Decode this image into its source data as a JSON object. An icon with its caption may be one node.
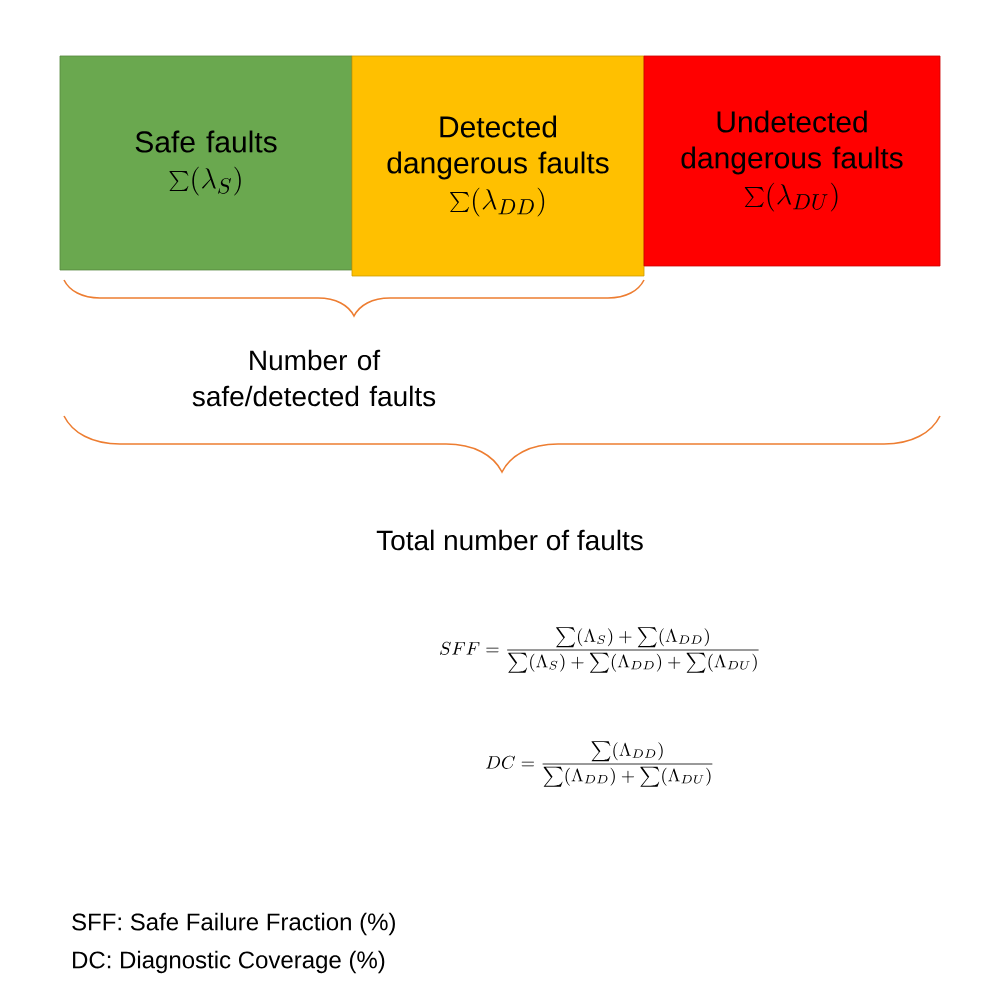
{
  "diagram": {
    "nodes": [
      {
        "text": [
          "Safe faults",
          "\\sum(\\lambda_{S})"
        ]
      },
      {
        "text": [
          "Detected dangerous faults",
          "\\sum(\\lambda_{DD})"
        ]
      },
      {
        "text": [
          "Undetected dangerous faults",
          "\\sum(\\lambda_{DU})"
        ]
      }
    ],
    "edges": [],
    "labels": [
      "Number of safe/detected faults",
      "Total number of faults",
      "SFF=\\frac{\\sum(\\Lambda_{S})+\\sum(\\Lambda_{DD})}{\\sum(\\Lambda_{S})+\\sum(\\Lambda_{DD})+\\sum(\\Lambda_{DU})}",
      "DC=\\frac{\\sum(\\Lambda_{DD})}{\\sum(\\Lambda_{DD})+\\sum(\\Lambda_{DU})}",
      "SFF: Safe Failure Fraction (%)",
      "DC: Diagnostic Coverage (%)"
    ]
  }
}
